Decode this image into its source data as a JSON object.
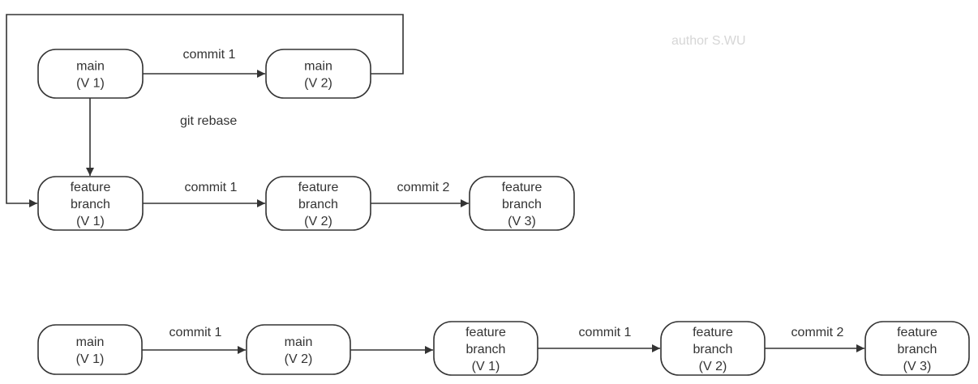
{
  "author": "author S.WU",
  "colors": {
    "stroke": "#333333",
    "text": "#333333",
    "watermark": "#d6d6d6",
    "background": "#ffffff"
  },
  "annotation": "git rebase",
  "top": {
    "nodes": [
      {
        "id": "t_main_v1",
        "lines": [
          "main",
          "(V 1)"
        ]
      },
      {
        "id": "t_main_v2",
        "lines": [
          "main",
          "(V 2)"
        ]
      },
      {
        "id": "t_feat_v1",
        "lines": [
          "feature",
          "branch",
          "(V 1)"
        ]
      },
      {
        "id": "t_feat_v2",
        "lines": [
          "feature",
          "branch",
          "(V 2)"
        ]
      },
      {
        "id": "t_feat_v3",
        "lines": [
          "feature",
          "branch",
          "(V 3)"
        ]
      }
    ],
    "edges": [
      {
        "from": "t_main_v1",
        "to": "t_main_v2",
        "label": "commit 1"
      },
      {
        "from": "t_main_v1",
        "to": "t_feat_v1",
        "label": ""
      },
      {
        "from": "t_main_v2",
        "to": "t_feat_v1",
        "label": ""
      },
      {
        "from": "t_feat_v1",
        "to": "t_feat_v2",
        "label": "commit 1"
      },
      {
        "from": "t_feat_v2",
        "to": "t_feat_v3",
        "label": "commit 2"
      }
    ]
  },
  "bottom": {
    "nodes": [
      {
        "id": "b_main_v1",
        "lines": [
          "main",
          "(V 1)"
        ]
      },
      {
        "id": "b_main_v2",
        "lines": [
          "main",
          "(V 2)"
        ]
      },
      {
        "id": "b_feat_v1",
        "lines": [
          "feature",
          "branch",
          "(V 1)"
        ]
      },
      {
        "id": "b_feat_v2",
        "lines": [
          "feature",
          "branch",
          "(V 2)"
        ]
      },
      {
        "id": "b_feat_v3",
        "lines": [
          "feature",
          "branch",
          "(V 3)"
        ]
      }
    ],
    "edges": [
      {
        "from": "b_main_v1",
        "to": "b_main_v2",
        "label": "commit 1"
      },
      {
        "from": "b_main_v2",
        "to": "b_feat_v1",
        "label": ""
      },
      {
        "from": "b_feat_v1",
        "to": "b_feat_v2",
        "label": "commit 1"
      },
      {
        "from": "b_feat_v2",
        "to": "b_feat_v3",
        "label": "commit 2"
      }
    ]
  }
}
